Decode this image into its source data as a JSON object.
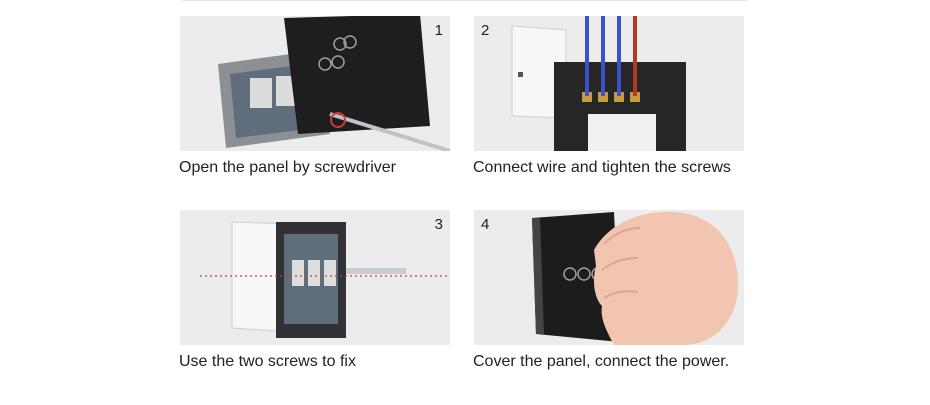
{
  "steps": [
    {
      "number": "1",
      "caption": "Open the panel by screwdriver"
    },
    {
      "number": "2",
      "caption": "Connect wire and tighten the screws"
    },
    {
      "number": "3",
      "caption": "Use the two screws to fix"
    },
    {
      "number": "4",
      "caption": "Cover the panel, connect the power."
    }
  ],
  "colors": {
    "photo_background": "#eeeeee",
    "panel_glass": "#1e1e1e",
    "wire_blue": "#3b52c8",
    "wire_red": "#b03a2a",
    "laser_dot": "#d23a3a"
  }
}
